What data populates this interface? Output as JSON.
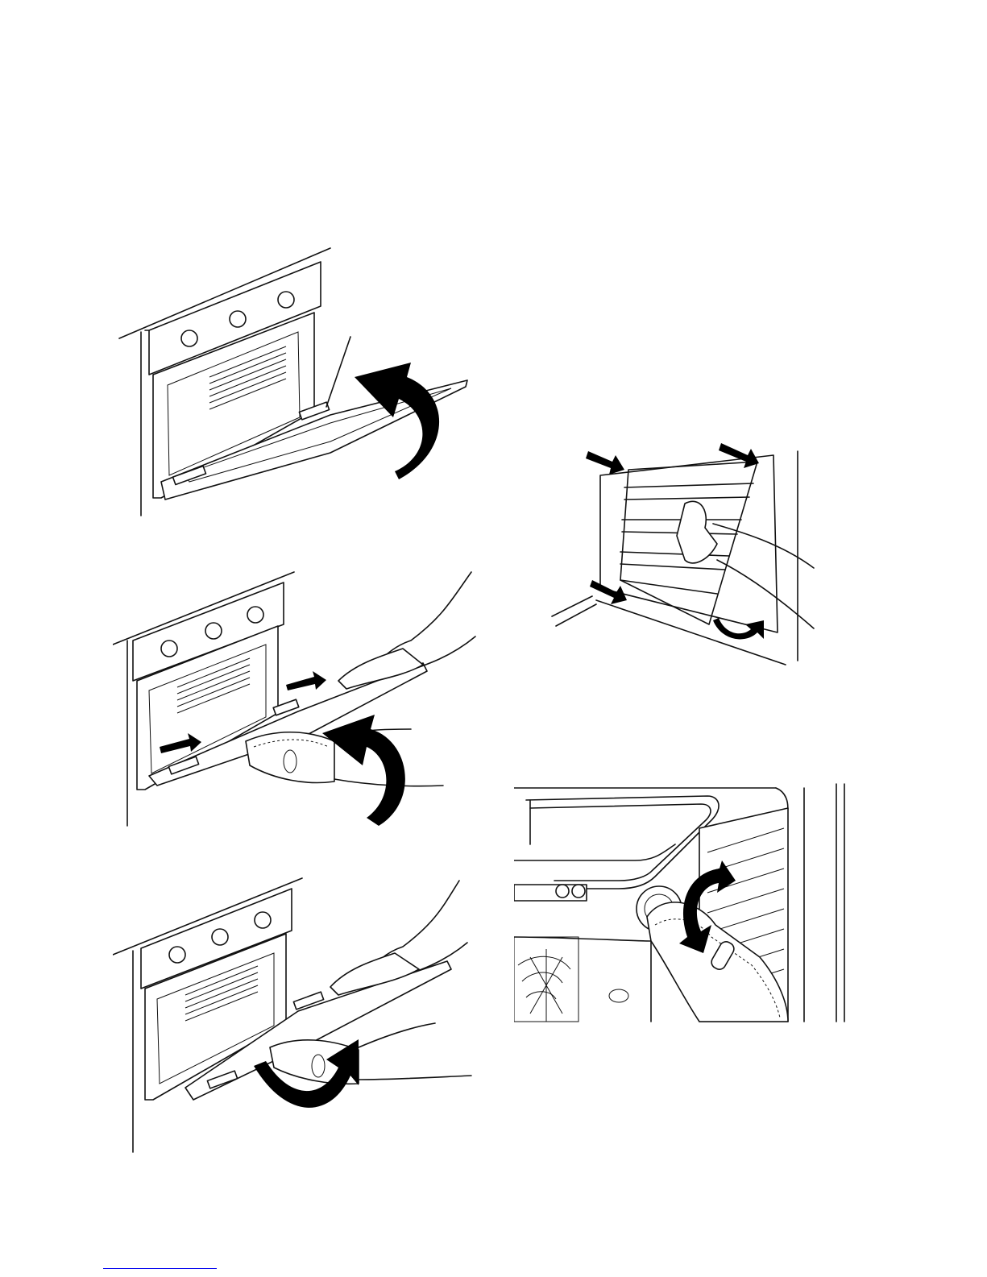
{
  "page": {
    "figures": [
      {
        "id": "fig-door-lift",
        "icon": "oven-door-lift-illustration"
      },
      {
        "id": "fig-door-hinges",
        "icon": "oven-door-hinge-release-illustration"
      },
      {
        "id": "fig-door-remove",
        "icon": "oven-door-removal-illustration"
      },
      {
        "id": "fig-shelf-support",
        "icon": "shelf-support-removal-illustration"
      },
      {
        "id": "fig-lamp-cover",
        "icon": "oven-lamp-cover-illustration"
      }
    ],
    "footer_link_color": "#0000ee"
  }
}
